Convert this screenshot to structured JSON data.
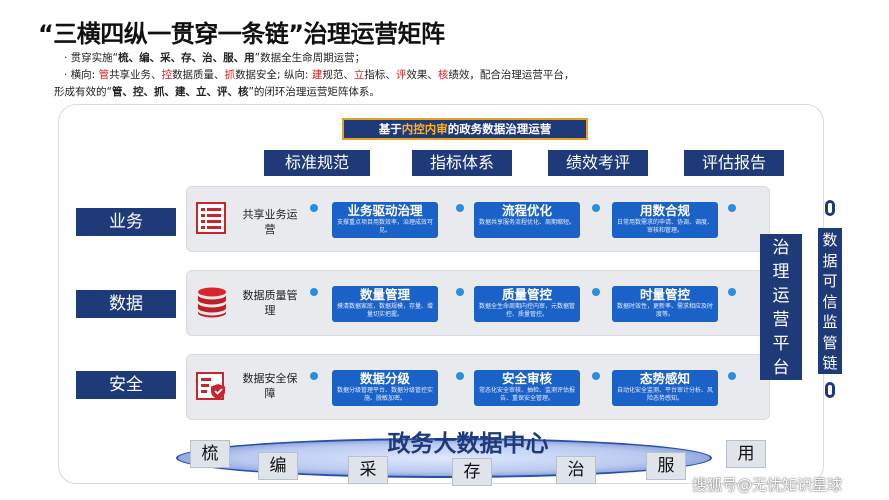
{
  "title": "“三横四纵一贯穿一条链”治理运营矩阵",
  "intro": {
    "line1": {
      "prefix": "· 贯穿实施“",
      "bold": "梳、编、采、存、治、服、用",
      "suffix": "”数据全生命周期运营；"
    },
    "line2": {
      "s0": "· 横向: ",
      "r1": "管",
      "s1": "共享业务、",
      "r2": "控",
      "s2": "数据质量、",
      "r3": "抓",
      "s3": "数据安全; 纵向: ",
      "r4": "建",
      "s4": "规范、",
      "r5": "立",
      "s5": "指标、",
      "r6": "评",
      "s6": "效果、",
      "r7": "核",
      "s7": "绩效，配合治理运营平台，"
    },
    "line3": {
      "prefix": "形成有效的“",
      "bold": "管、控、抓、建、立、评、核",
      "suffix": "”的闭环治理运营矩阵体系。"
    }
  },
  "subtitle": {
    "prefix": "基于",
    "highlight": "内控内审",
    "suffix": "的政务数据治理运营"
  },
  "columns": [
    "标准规范",
    "指标体系",
    "绩效考评",
    "评估报告"
  ],
  "rows": [
    {
      "label": "业务",
      "icon": "document-list-icon",
      "desc": "共享业务运营",
      "cards": [
        {
          "title": "业务驱动治理",
          "desc": "支撑重点项目用数效率，治理成效可见。"
        },
        {
          "title": "流程优化",
          "desc": "数据共享服务流程优化、周期缩短。"
        },
        {
          "title": "用数合规",
          "desc": "日常用数需求的申请、协调、调度、审核和管理。"
        }
      ]
    },
    {
      "label": "数据",
      "icon": "database-icon",
      "desc": "数据质量管理",
      "cards": [
        {
          "title": "数量管理",
          "desc": "摸清数据家底，数据规模，存量、增量切实把握。"
        },
        {
          "title": "质量管控",
          "desc": "数据全生命周期内控内审，元数据管控、质量管控。"
        },
        {
          "title": "时量管控",
          "desc": "数据时效性，更新率、需求相应及时度等。"
        }
      ]
    },
    {
      "label": "安全",
      "icon": "security-shield-icon",
      "desc": "数据安全保障",
      "cards": [
        {
          "title": "数据分级",
          "desc": "数据分级管理平台、数据分级管控实施、脱敏加密。"
        },
        {
          "title": "安全审核",
          "desc": "常态化安全审核、抽检、监测评估报告、重保安全管理。"
        },
        {
          "title": "态势感知",
          "desc": "自动化安全监测、平台审计分析、风险态势感知。"
        }
      ]
    }
  ],
  "platform": [
    "治",
    "理",
    "运",
    "营",
    "平",
    "台"
  ],
  "chain": [
    "数",
    "据",
    "可",
    "信",
    "监",
    "管",
    "链"
  ],
  "center": "政务大数据中心",
  "process": [
    "梳",
    "编",
    "采",
    "存",
    "治",
    "服",
    "用"
  ],
  "watermark": "搜狐号@无忧知识星球",
  "colors": {
    "navy": "#1f3a78",
    "card_blue": "#1a62c8",
    "accent_red": "#e02020",
    "accent_orange": "#e8a020"
  }
}
